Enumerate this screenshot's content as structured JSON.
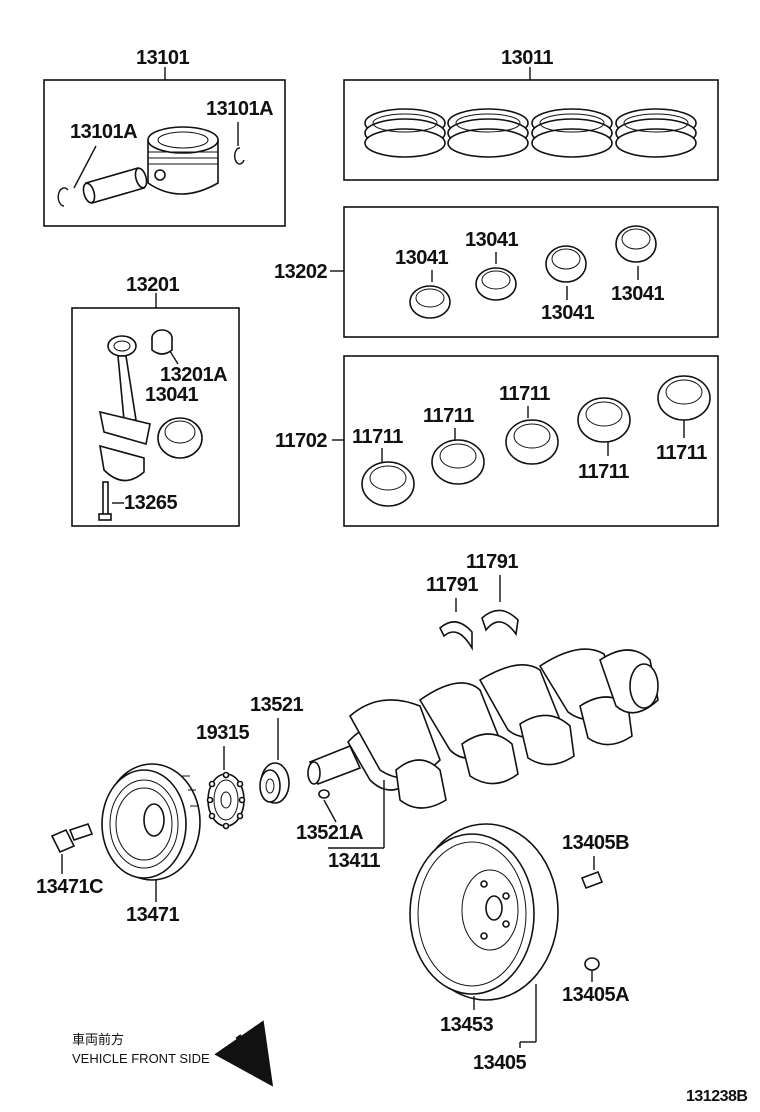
{
  "labels": {
    "piston_group": "13101",
    "piston_pin_clip_left": "13101A",
    "piston_pin_clip_right": "13101A",
    "ring_set": "13011",
    "conrod_group": "13201",
    "conrod_bushing": "13201A",
    "conrod_bearing": "13041",
    "conrod_bolt": "13265",
    "bearing_set": "13202",
    "bearing_a": "13041",
    "bearing_b": "13041",
    "bearing_c": "13041",
    "bearing_d": "13041",
    "main_bearing_set": "11702",
    "main_a": "11711",
    "main_b": "11711",
    "main_c": "11711",
    "main_d": "11711",
    "main_e": "11711",
    "thrust_washer_a": "11791",
    "thrust_washer_b": "11791",
    "crank_gear": "13521",
    "crank_key": "13521A",
    "crankshaft": "13411",
    "timing_sprocket": "19315",
    "pulley_bolt": "13471C",
    "pulley": "13471",
    "flywheel_bolt": "13405B",
    "flywheel_pin": "13405A",
    "flywheel_sub": "13453",
    "flywheel": "13405",
    "diagram_code": "131238B"
  },
  "front_note": {
    "jp": "車両前方",
    "en": "VEHICLE FRONT SIDE"
  }
}
